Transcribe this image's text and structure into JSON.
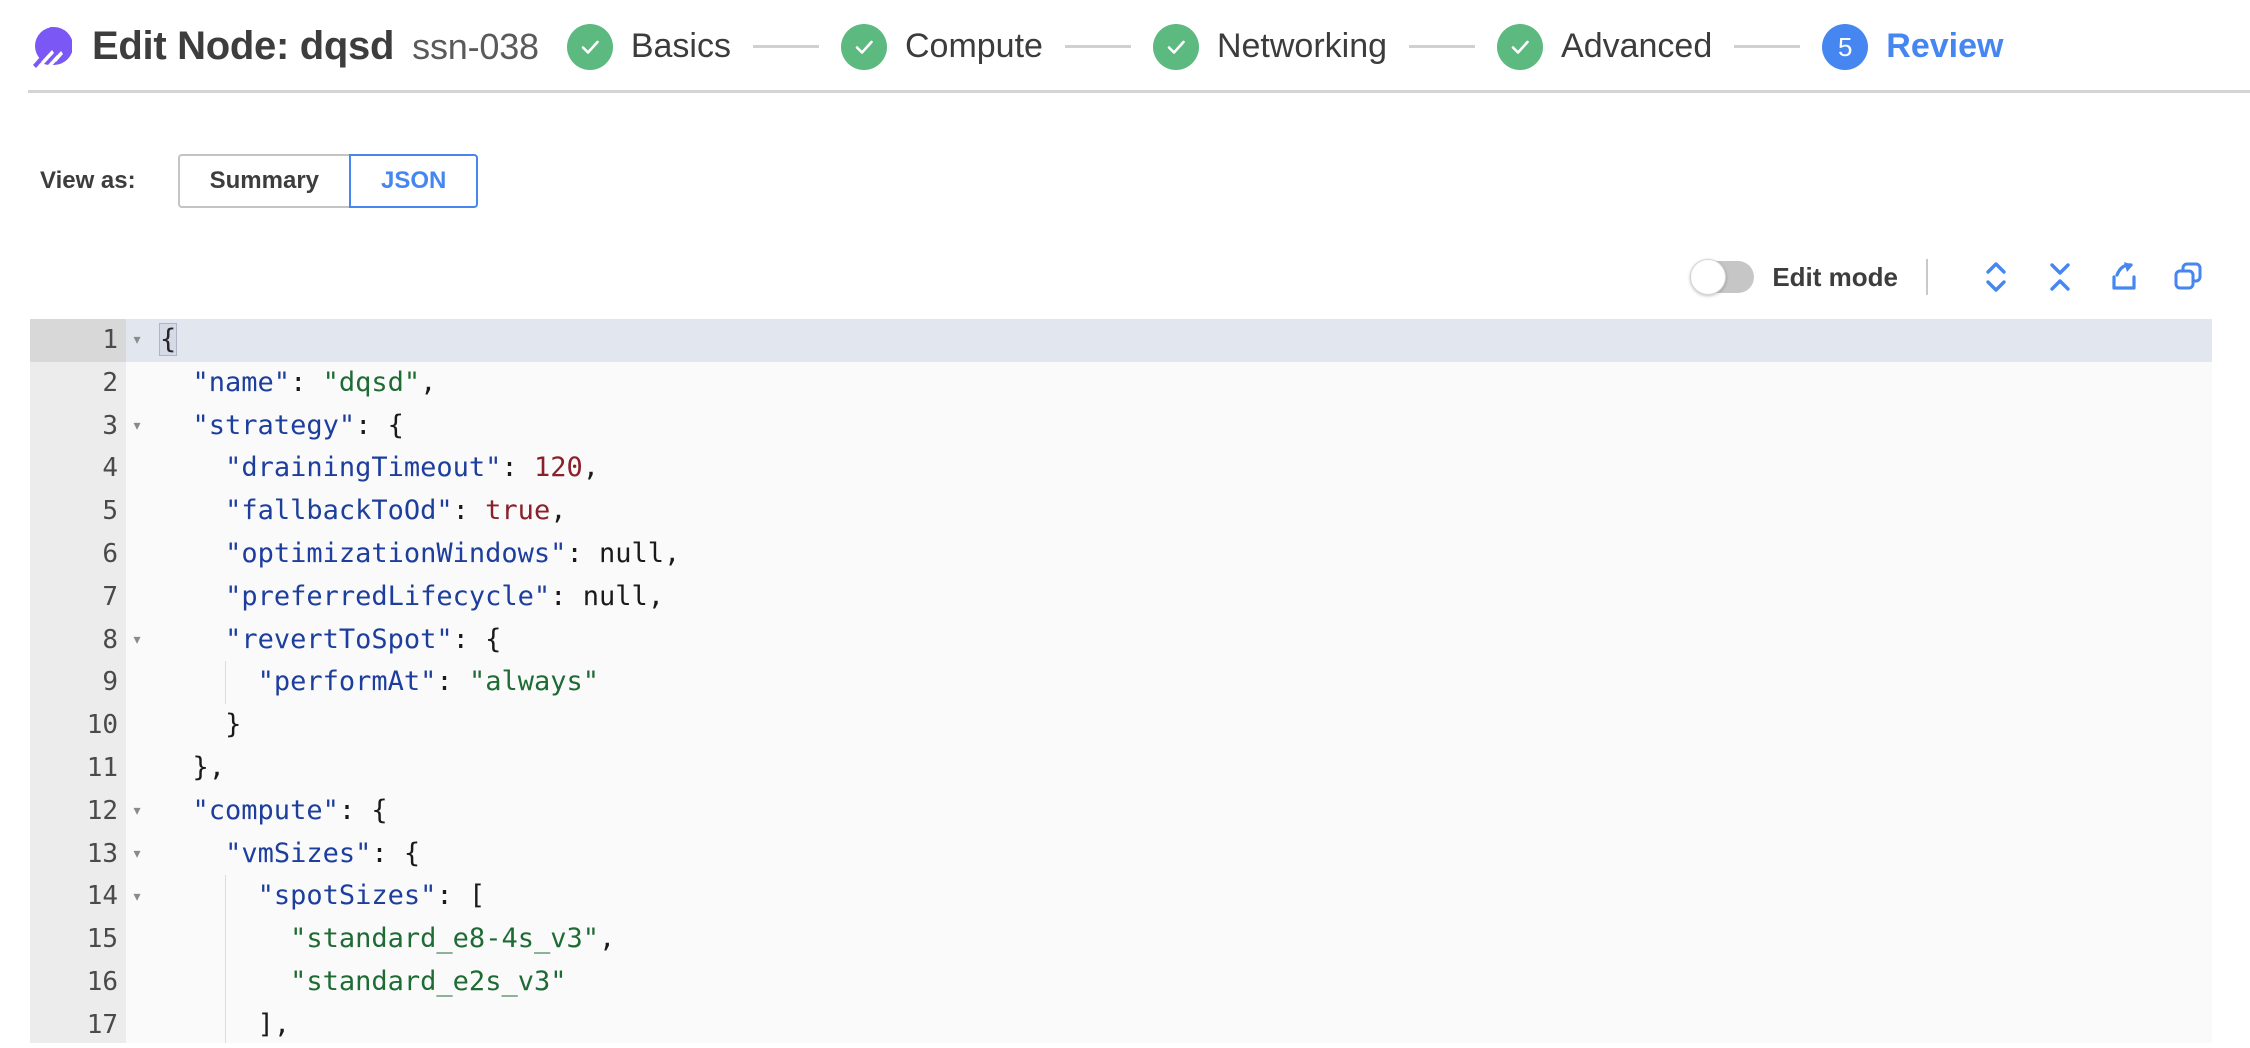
{
  "header": {
    "logo_icon": "spot-logo-icon",
    "title": "Edit Node: dqsd",
    "node_id": "ssn-038",
    "steps": [
      {
        "label": "Basics",
        "state": "done",
        "marker": "check-icon"
      },
      {
        "label": "Compute",
        "state": "done",
        "marker": "check-icon"
      },
      {
        "label": "Networking",
        "state": "done",
        "marker": "check-icon"
      },
      {
        "label": "Advanced",
        "state": "done",
        "marker": "check-icon"
      },
      {
        "label": "Review",
        "state": "current",
        "marker": "5"
      }
    ]
  },
  "view_as": {
    "label": "View as:",
    "options": [
      {
        "label": "Summary",
        "selected": false
      },
      {
        "label": "JSON",
        "selected": true
      }
    ]
  },
  "editor_toolbar": {
    "edit_mode_label": "Edit mode",
    "edit_mode_on": false,
    "actions": [
      {
        "name": "expand-all-icon",
        "title": "Expand all"
      },
      {
        "name": "collapse-all-icon",
        "title": "Collapse all"
      },
      {
        "name": "share-icon",
        "title": "Share"
      },
      {
        "name": "copy-icon",
        "title": "Copy"
      }
    ]
  },
  "colors": {
    "brand_purple": "#7b57f5",
    "step_done_green": "#5cb97f",
    "accent_blue": "#4586f0",
    "json_key": "#1d3e9c",
    "json_string": "#1f6b34",
    "json_number": "#8b1f2a",
    "active_line": "#e2e6ee"
  },
  "json_editor": {
    "active_line": 1,
    "lines": [
      {
        "n": "1",
        "fold": true,
        "indent": 0,
        "text": "{"
      },
      {
        "n": "2",
        "fold": false,
        "indent": 0,
        "text": "  \"name\": \"dqsd\","
      },
      {
        "n": "3",
        "fold": true,
        "indent": 0,
        "text": "  \"strategy\": {"
      },
      {
        "n": "4",
        "fold": false,
        "indent": 0,
        "text": "    \"drainingTimeout\": 120,"
      },
      {
        "n": "5",
        "fold": false,
        "indent": 0,
        "text": "    \"fallbackToOd\": true,"
      },
      {
        "n": "6",
        "fold": false,
        "indent": 0,
        "text": "    \"optimizationWindows\": null,"
      },
      {
        "n": "7",
        "fold": false,
        "indent": 0,
        "text": "    \"preferredLifecycle\": null,"
      },
      {
        "n": "8",
        "fold": true,
        "indent": 0,
        "text": "    \"revertToSpot\": {"
      },
      {
        "n": "9",
        "fold": false,
        "indent": 1,
        "text": "      \"performAt\": \"always\""
      },
      {
        "n": "10",
        "fold": false,
        "indent": 0,
        "text": "    }"
      },
      {
        "n": "11",
        "fold": false,
        "indent": 0,
        "text": "  },"
      },
      {
        "n": "12",
        "fold": true,
        "indent": 0,
        "text": "  \"compute\": {"
      },
      {
        "n": "13",
        "fold": true,
        "indent": 0,
        "text": "    \"vmSizes\": {"
      },
      {
        "n": "14",
        "fold": true,
        "indent": 1,
        "text": "      \"spotSizes\": ["
      },
      {
        "n": "15",
        "fold": false,
        "indent": 1,
        "text": "        \"standard_e8-4s_v3\","
      },
      {
        "n": "16",
        "fold": false,
        "indent": 1,
        "text": "        \"standard_e2s_v3\""
      },
      {
        "n": "17",
        "fold": false,
        "indent": 1,
        "text": "      ],"
      }
    ]
  }
}
